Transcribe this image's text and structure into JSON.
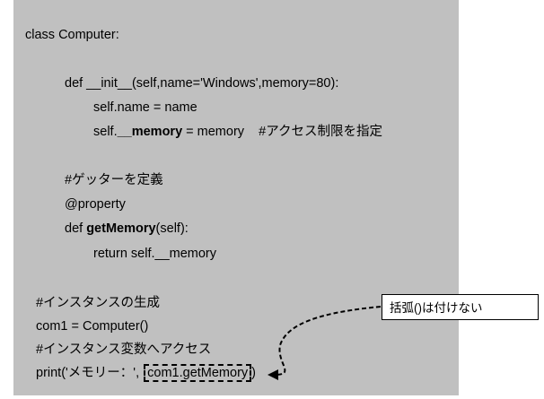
{
  "code": {
    "l1": "class Computer:",
    "l2": "def __init__(self,name='Windows',memory=80):",
    "l3": "self.name = name",
    "l4a": "self.",
    "l4b": "__memory",
    "l4c": " = memory    #アクセス制限を指定",
    "l5": "#ゲッターを定義",
    "l6": "@property",
    "l7a": "def ",
    "l7b": "getMemory",
    "l7c": "(self):",
    "l8": "return self.__memory",
    "l9": "#インスタンスの生成",
    "l10": "com1 = Computer()",
    "l11": "#インスタンス変数へアクセス",
    "l12a": "print('メモリー：', ",
    "l12b": "com1.getMemory",
    "l12c": ")"
  },
  "callout": {
    "text": "括弧()は付けない"
  },
  "colors": {
    "panel": "#c0c0c0"
  }
}
